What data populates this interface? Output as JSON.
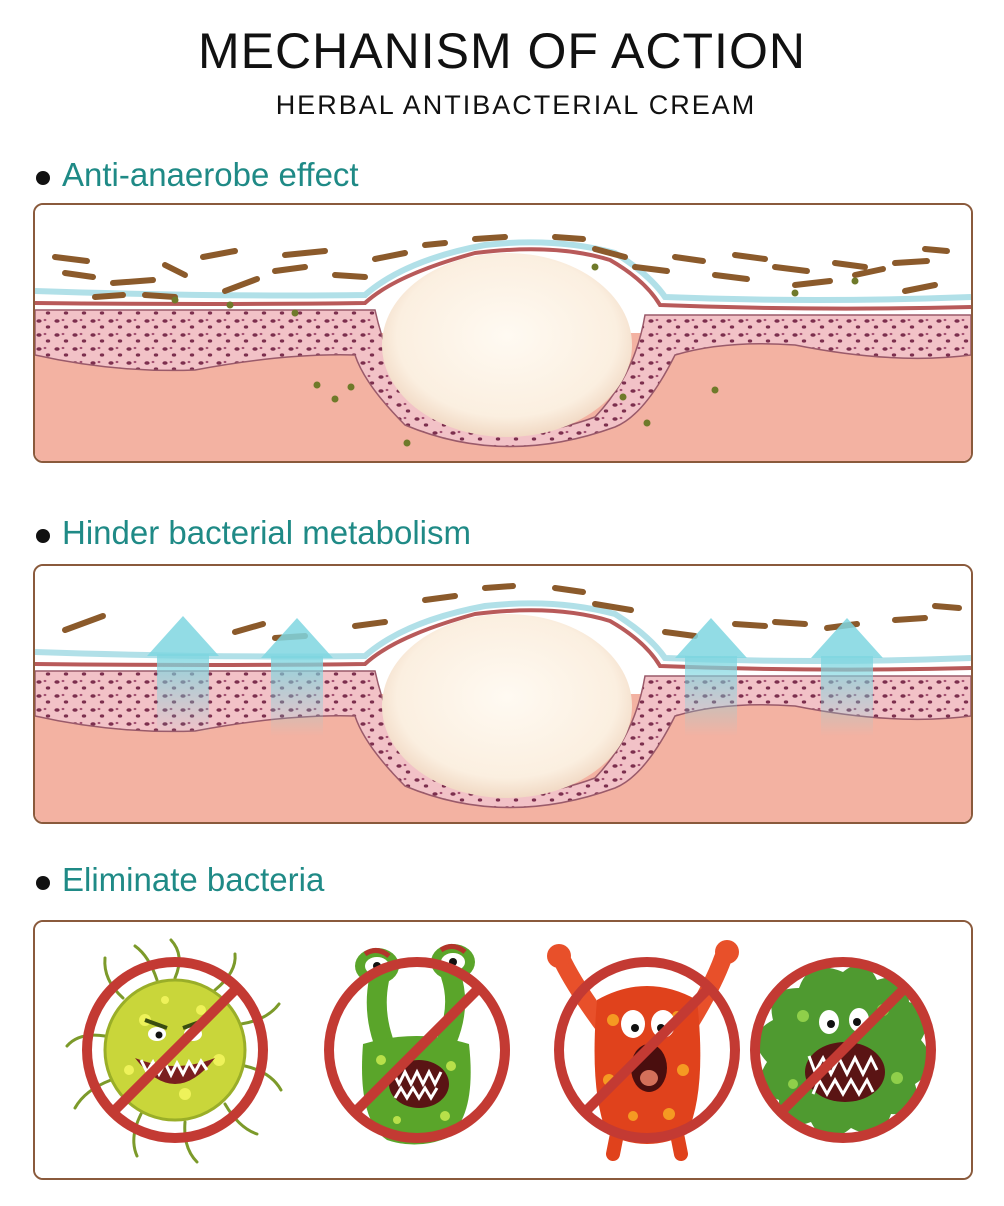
{
  "header": {
    "title": "MECHANISM OF ACTION",
    "subtitle": "HERBAL ANTIBACTERIAL CREAM"
  },
  "sections": [
    {
      "heading": "Anti-anaerobe effect",
      "illustration": "skin-cross-section-with-bacteria"
    },
    {
      "heading": "Hinder bacterial metabolism",
      "illustration": "skin-cross-section-with-cream-arrows"
    },
    {
      "heading": "Eliminate bacteria",
      "illustration": "crossed-out-germs"
    }
  ],
  "colors": {
    "heading_teal": "#1f8a86",
    "panel_border": "#8a5a3c",
    "skin": "#f3b2a2",
    "cyst": "#fbf1e4",
    "bacteria": "#8b5a2b",
    "cream_blue": "#7fd6e0",
    "prohibition_red": "#c33a33"
  },
  "germs": [
    {
      "icon": "yellow-germ-icon"
    },
    {
      "icon": "green-worm-germ-icon"
    },
    {
      "icon": "red-germ-icon"
    },
    {
      "icon": "green-blob-germ-icon"
    }
  ]
}
